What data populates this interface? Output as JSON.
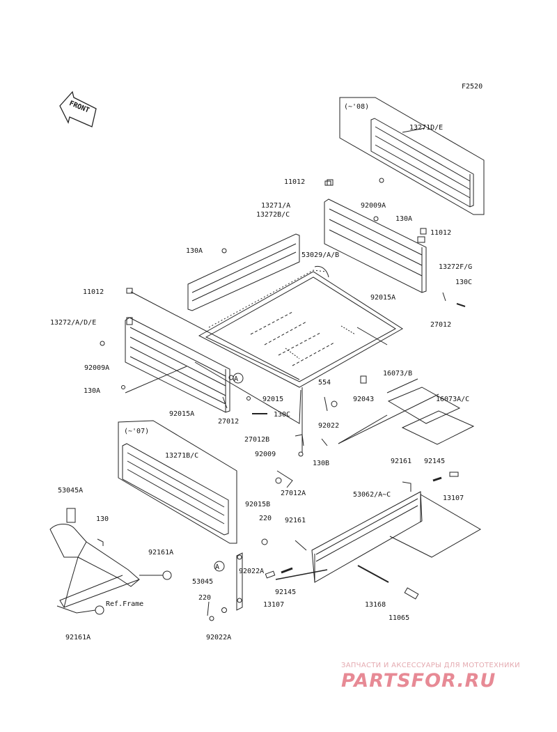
{
  "diagram_code": "F2520",
  "front_label": "FRONT",
  "model_range": {
    "upper": "(~'08)",
    "lower": "(~'07)"
  },
  "part_labels": {
    "p13271DE": "13271D/E",
    "p11012_top": "11012",
    "p92009A_top": "92009A",
    "p13271A": "13271/A",
    "p13272BC": "13272B/C",
    "p130A_top": "130A",
    "p11012_right": "11012",
    "p130A_left": "130A",
    "p53029": "53029/A/B",
    "p13272FG": "13272F/G",
    "p130C_right": "130C",
    "p11012_left": "11012",
    "p92015A_right": "92015A",
    "p13272ADE": "13272/A/D/E",
    "p27012_right": "27012",
    "p92009A_left": "92009A",
    "p16073B": "16073/B",
    "p130A_bottom": "130A",
    "p554": "554",
    "p92015": "92015",
    "p92043": "92043",
    "p16073AC": "16073A/C",
    "p92015A_bottom": "92015A",
    "p130C_mid": "130C",
    "p27012_mid": "27012",
    "p92022_mid": "92022",
    "p27012B": "27012B",
    "p92009": "92009",
    "p130B": "130B",
    "p13271BC": "13271B/C",
    "p92161_right": "92161",
    "p92145_right": "92145",
    "p27012A": "27012A",
    "p92015B": "92015B",
    "p53062": "53062/A~C",
    "p13107_right": "13107",
    "p53045A": "53045A",
    "p130": "130",
    "p220_top": "220",
    "p92161_mid": "92161",
    "p92161A_top": "92161A",
    "p92022A_top": "92022A",
    "p53045": "53045",
    "p92145_mid": "92145",
    "p13107_mid": "13107",
    "p13168": "13168",
    "p220_bottom": "220",
    "p11065": "11065",
    "p92022A_bottom": "92022A",
    "p92161A_bottom": "92161A",
    "ref_frame": "Ref.Frame"
  },
  "callout_marker": "A",
  "watermark": {
    "line1": "ЗАПЧАСТИ И АКСЕССУАРЫ ДЛЯ МОТОТЕХНИКИ",
    "line2": "PARTSFOR.RU"
  }
}
